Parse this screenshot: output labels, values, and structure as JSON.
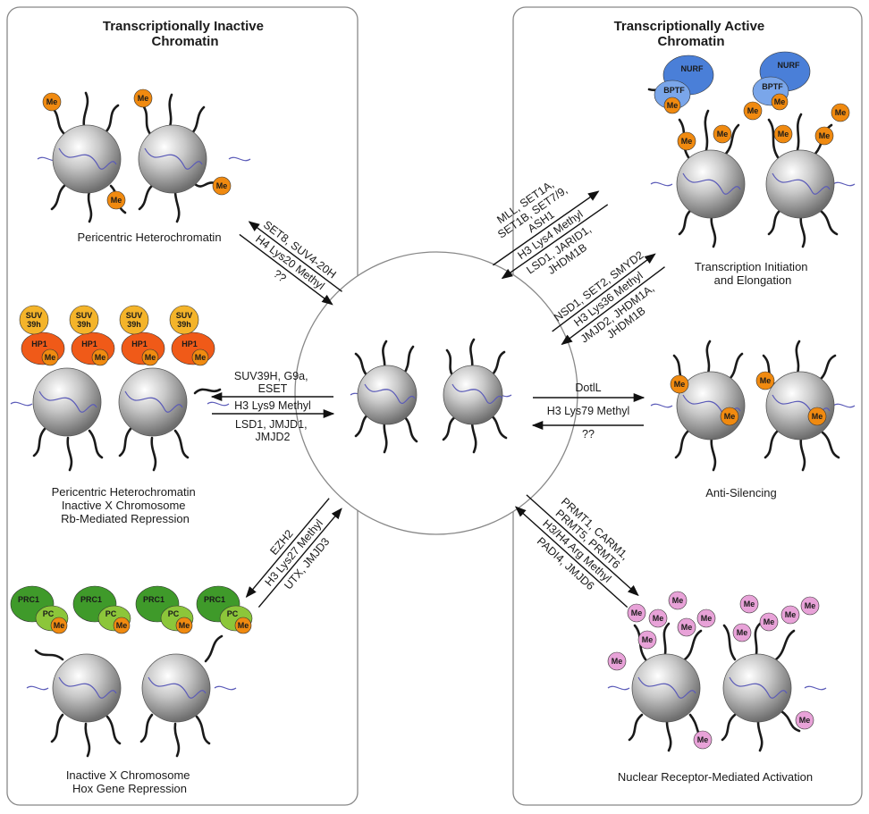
{
  "panels": {
    "inactive": {
      "title_lines": [
        "Transcriptionally Inactive",
        "Chromatin"
      ]
    },
    "active": {
      "title_lines": [
        "Transcriptionally Active",
        "Chromatin"
      ]
    }
  },
  "captions": {
    "pericentric": [
      "Pericentric Heterochromatin"
    ],
    "hp1": [
      "Pericentric Heterochromatin",
      "Inactive X Chromosome",
      "Rb-Mediated Repression"
    ],
    "prc": [
      "Inactive X Chromosome",
      "Hox Gene Repression"
    ],
    "initiation": [
      "Transcription Initiation",
      "and Elongation"
    ],
    "antisilencing": [
      "Anti-Silencing"
    ],
    "nuclear": [
      "Nuclear Receptor-Mediated Activation"
    ]
  },
  "pathways": {
    "h4k20": {
      "writers": [
        "SET8, SUV4-20H"
      ],
      "mark": "H4 Lys20 Methyl",
      "erasers": [
        "??"
      ]
    },
    "h3k4": {
      "writers": [
        "MLL, SET1A,",
        "SET1B, SET7/9,",
        "ASH1"
      ],
      "mark": "H3 Lys4 Methyl",
      "erasers": [
        "LSD1, JARID1,",
        "JHDM1B"
      ]
    },
    "h3k36": {
      "writers": [
        "NSD1, SET2, SMYD2"
      ],
      "mark": "H3 Lys36 Methyl",
      "erasers": [
        "JMJD2, JHDM1A,",
        "JHDM1B"
      ]
    },
    "h3k9": {
      "writers": [
        "SUV39H, G9a,",
        "ESET"
      ],
      "mark": "H3 Lys9 Methyl",
      "erasers": [
        "LSD1, JMJD1,",
        "JMJD2"
      ]
    },
    "h3k79": {
      "writers": [
        "DotlL"
      ],
      "mark": "H3 Lys79 Methyl",
      "erasers": [
        "??"
      ]
    },
    "h3k27": {
      "writers": [
        "EZH2"
      ],
      "mark": "H3 Lys27 Methyl",
      "erasers": [
        "UTX, JMJD3"
      ]
    },
    "arg": {
      "writers": [
        "PRMT1, CARM1,",
        "PRMT5, PRMT6"
      ],
      "mark": "H3/H4 Arg Methyl",
      "erasers": [
        "PADI4, JMJD6"
      ]
    }
  },
  "badges": {
    "me": "Me",
    "suv_lines": [
      "SUV",
      "39h"
    ],
    "hp1": "HP1",
    "prc1": "PRC1",
    "pc": "PC",
    "nurf": "NURF",
    "bptf": "BPTF"
  },
  "colors": {
    "methyl_orange": "#f08a10",
    "methyl_pink": "#e8a2d8",
    "hp1_red": "#f05a18",
    "suv_yellow": "#f4b42a",
    "prc1_green": "#3f9a2a",
    "pc_green": "#8cc63a",
    "nurf_blue": "#4a7fd8",
    "dna_blue": "#5a5ab8"
  },
  "icons": [
    "nucleosome-icon",
    "dna-helix-icon",
    "histone-tail-icon",
    "methyl-mark-icon",
    "double-arrow-icon"
  ]
}
